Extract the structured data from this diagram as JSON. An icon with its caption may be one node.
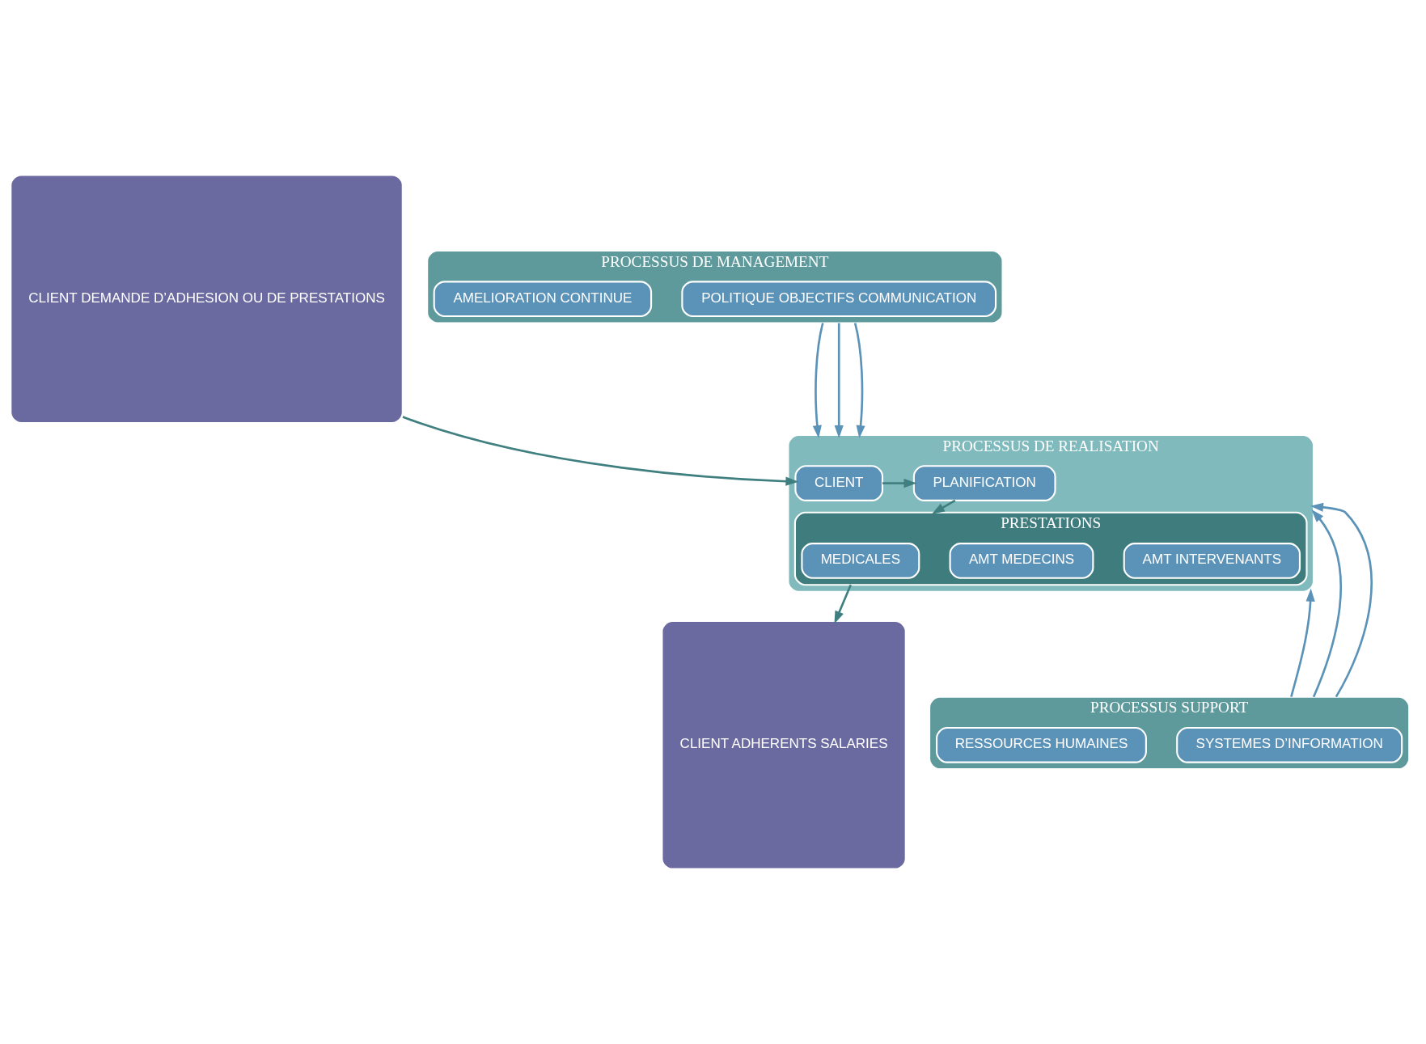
{
  "diagram": {
    "nodes": [
      {
        "text": [
          "CLIENT DEMANDE D’ADHESION OU DE PRESTATIONS"
        ]
      },
      {
        "text": [
          "PROCESSUS DE MANAGEMENT"
        ]
      },
      {
        "text": [
          "POLITIQUE OBJECTIFS COMMUNICATION"
        ],
        "in": 1
      },
      {
        "text": [
          "AMELIORATION CONTINUE"
        ],
        "in": 1
      },
      {
        "text": [
          "PROCESSUS DE REALISATION"
        ]
      },
      {
        "text": [
          "CLIENT"
        ],
        "in": 4
      },
      {
        "text": [
          "PLANIFICATION"
        ],
        "in": 4
      },
      {
        "text": [
          "PRESTATIONS"
        ],
        "in": 4
      },
      {
        "text": [
          "MEDICALES"
        ],
        "in": 7
      },
      {
        "text": [
          "AMT MEDECINS"
        ],
        "in": 7
      },
      {
        "text": [
          "AMT INTERVENANTS"
        ],
        "in": 7
      },
      {
        "text": [
          "PROCESSUS SUPPORT"
        ]
      },
      {
        "text": [
          "SYSTEMES D’INFORMATION"
        ],
        "in": 11
      },
      {
        "text": [
          "RESSOURCES HUMAINES"
        ],
        "in": 11
      },
      {
        "text": [
          "CLIENT ADHERENTS SALARIES"
        ]
      }
    ],
    "edges": [
      {
        "from": 0,
        "to": 5,
        "arrow": "to",
        "color": "#3f7f80"
      },
      {
        "from": 5,
        "to": 6,
        "arrow": "to",
        "color": "#3f7f80"
      },
      {
        "from": 6,
        "to": 7,
        "arrow": "to",
        "color": "#3f7f80"
      },
      {
        "from": 7,
        "to": 14,
        "arrow": "to",
        "color": "#3f7f80"
      },
      {
        "from": 1,
        "to": 4,
        "arrow": "to"
      },
      {
        "from": 1,
        "to": 4,
        "arrow": "to"
      },
      {
        "from": 1,
        "to": 4,
        "arrow": "to"
      },
      {
        "from": 11,
        "to": 4,
        "arrow": "to"
      },
      {
        "from": 11,
        "to": 4,
        "arrow": "to"
      },
      {
        "from": 11,
        "to": 4,
        "arrow": "to"
      }
    ]
  }
}
